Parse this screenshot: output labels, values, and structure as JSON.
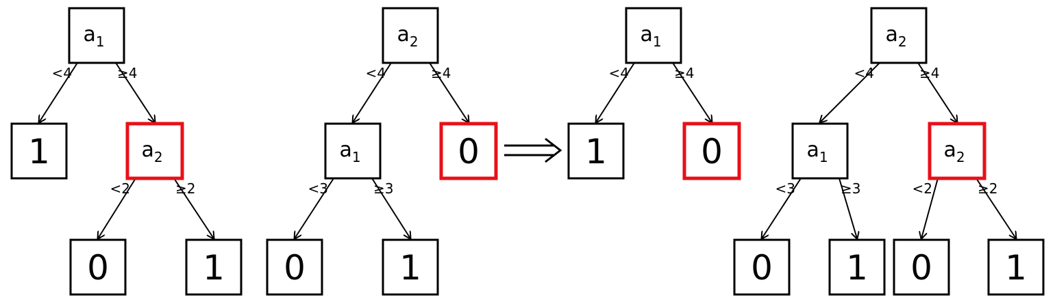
{
  "colors": {
    "highlight": "#e8101a",
    "stroke": "#000000"
  },
  "trees": [
    {
      "nodes": [
        {
          "id": "t1n1",
          "kind": "var",
          "base": "a",
          "sub": "1",
          "highlight": false
        },
        {
          "id": "t1n2",
          "kind": "leaf",
          "label": "1",
          "highlight": false
        },
        {
          "id": "t1n3",
          "kind": "var",
          "base": "a",
          "sub": "2",
          "highlight": true
        },
        {
          "id": "t1n4",
          "kind": "leaf",
          "label": "0",
          "highlight": false
        },
        {
          "id": "t1n5",
          "kind": "leaf",
          "label": "1",
          "highlight": false
        }
      ],
      "edges": [
        {
          "from": "t1n1",
          "to": "t1n2",
          "label": "<4"
        },
        {
          "from": "t1n1",
          "to": "t1n3",
          "label": "≥4"
        },
        {
          "from": "t1n3",
          "to": "t1n4",
          "label": "<2"
        },
        {
          "from": "t1n3",
          "to": "t1n5",
          "label": "≥2"
        }
      ]
    },
    {
      "nodes": [
        {
          "id": "t2n1",
          "kind": "var",
          "base": "a",
          "sub": "2",
          "highlight": false
        },
        {
          "id": "t2n2",
          "kind": "var",
          "base": "a",
          "sub": "1",
          "highlight": false
        },
        {
          "id": "t2n3",
          "kind": "leaf",
          "label": "0",
          "highlight": true
        },
        {
          "id": "t2n4",
          "kind": "leaf",
          "label": "0",
          "highlight": false
        },
        {
          "id": "t2n5",
          "kind": "leaf",
          "label": "1",
          "highlight": false
        }
      ],
      "edges": [
        {
          "from": "t2n1",
          "to": "t2n2",
          "label": "<4"
        },
        {
          "from": "t2n1",
          "to": "t2n3",
          "label": "≥4"
        },
        {
          "from": "t2n2",
          "to": "t2n4",
          "label": "<3"
        },
        {
          "from": "t2n2",
          "to": "t2n5",
          "label": "≥3"
        }
      ]
    },
    {
      "nodes": [
        {
          "id": "t3n1",
          "kind": "var",
          "base": "a",
          "sub": "1",
          "highlight": false
        },
        {
          "id": "t3n2",
          "kind": "leaf",
          "label": "1",
          "highlight": false
        },
        {
          "id": "t3n3",
          "kind": "leaf",
          "label": "0",
          "highlight": true
        }
      ],
      "edges": [
        {
          "from": "t3n1",
          "to": "t3n2",
          "label": "<4"
        },
        {
          "from": "t3n1",
          "to": "t3n3",
          "label": "≥4"
        }
      ]
    },
    {
      "nodes": [
        {
          "id": "t4n1",
          "kind": "var",
          "base": "a",
          "sub": "2",
          "highlight": false
        },
        {
          "id": "t4n2",
          "kind": "var",
          "base": "a",
          "sub": "1",
          "highlight": false
        },
        {
          "id": "t4n3",
          "kind": "var",
          "base": "a",
          "sub": "2",
          "highlight": true
        },
        {
          "id": "t4n4",
          "kind": "leaf",
          "label": "0",
          "highlight": false
        },
        {
          "id": "t4n5",
          "kind": "leaf",
          "label": "1",
          "highlight": false
        },
        {
          "id": "t4n6",
          "kind": "leaf",
          "label": "0",
          "highlight": false
        },
        {
          "id": "t4n7",
          "kind": "leaf",
          "label": "1",
          "highlight": false
        }
      ],
      "edges": [
        {
          "from": "t4n1",
          "to": "t4n2",
          "label": "<4"
        },
        {
          "from": "t4n1",
          "to": "t4n3",
          "label": "≥4"
        },
        {
          "from": "t4n2",
          "to": "t4n4",
          "label": "<3"
        },
        {
          "from": "t4n2",
          "to": "t4n5",
          "label": "≥3"
        },
        {
          "from": "t4n3",
          "to": "t4n6",
          "label": "<2"
        },
        {
          "from": "t4n3",
          "to": "t4n7",
          "label": "≥2"
        }
      ]
    }
  ]
}
